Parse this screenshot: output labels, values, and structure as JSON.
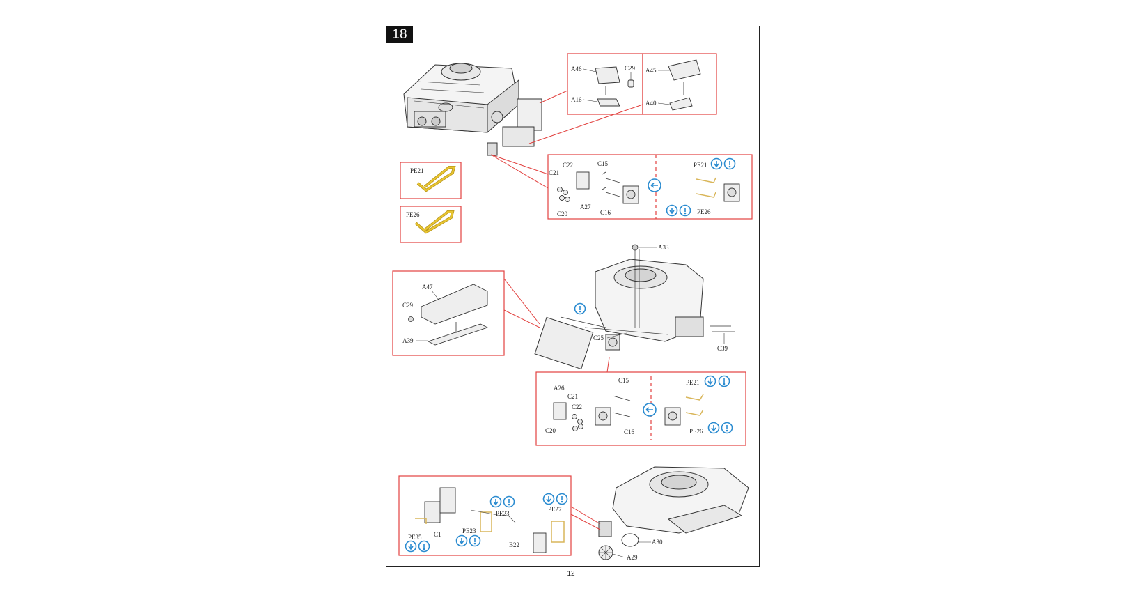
{
  "step_number": "18",
  "page_number": "12",
  "labels": {
    "a46": "A46",
    "c29_top": "C29",
    "a16": "A16",
    "a45": "A45",
    "a40": "A40",
    "c22_top": "C22",
    "c21_top": "C21",
    "c20_top": "C20",
    "a27": "A27",
    "c15_top": "C15",
    "c16_top": "C16",
    "pe21_top": "PE21",
    "pe26_top": "PE26",
    "pe21_swatch": "PE21",
    "pe26_swatch": "PE26",
    "a33": "A33",
    "a47": "A47",
    "c29_mid": "C29",
    "a39": "A39",
    "c25": "C25",
    "c39": "C39",
    "a26": "A26",
    "c21_mid": "C21",
    "c22_mid": "C22",
    "c20_mid": "C20",
    "c15_mid": "C15",
    "c16_mid": "C16",
    "pe21_mid": "PE21",
    "pe26_mid": "PE26",
    "pe35": "PE35",
    "c1": "C1",
    "pe23_a": "PE23",
    "pe23_b": "PE23",
    "pe27": "PE27",
    "b22": "B22",
    "a30": "A30",
    "a29": "A29"
  },
  "colors": {
    "callout_border": "#e2413f",
    "photo_etch": "#d9b65a",
    "pe_swatch": "#e8c531",
    "symbol_blue": "#2a8bd0",
    "line_art": "#333333"
  },
  "icons": [
    "glue-icon",
    "photo-etch-icon",
    "alternative-icon",
    "bend-icon"
  ]
}
